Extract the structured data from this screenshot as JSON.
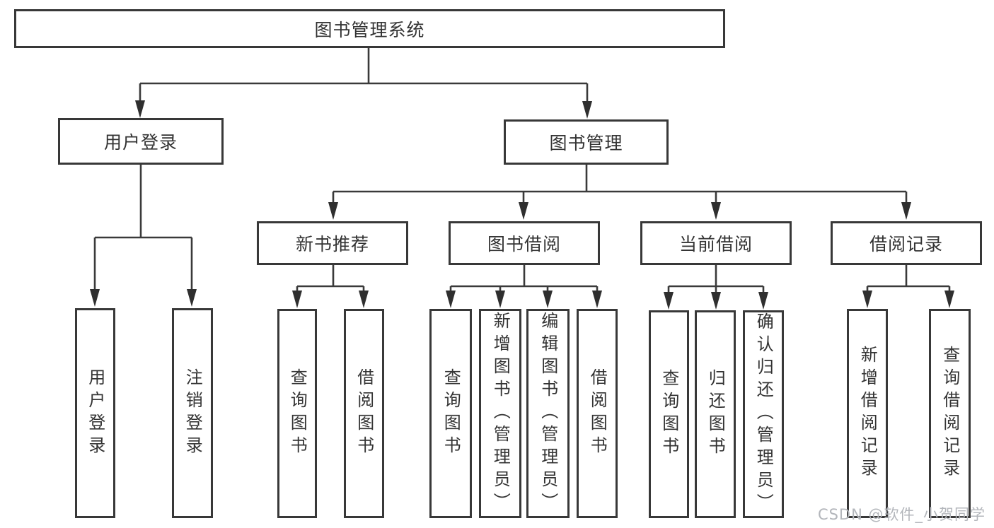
{
  "diagram_title": "图书管理系统",
  "tree": {
    "root": {
      "label": "图书管理系统",
      "children": [
        {
          "label": "用户登录",
          "children": [
            {
              "label": "用户登录"
            },
            {
              "label": "注销登录"
            }
          ]
        },
        {
          "label": "图书管理",
          "children": [
            {
              "label": "新书推荐",
              "children": [
                {
                  "label": "查询图书"
                },
                {
                  "label": "借阅图书"
                }
              ]
            },
            {
              "label": "图书借阅",
              "children": [
                {
                  "label": "查询图书"
                },
                {
                  "label": "新增图书（管理员）"
                },
                {
                  "label": "编辑图书（管理员）"
                },
                {
                  "label": "借阅图书"
                }
              ]
            },
            {
              "label": "当前借阅",
              "children": [
                {
                  "label": "查询图书"
                },
                {
                  "label": "归还图书"
                },
                {
                  "label": "确认归还（管理员）"
                }
              ]
            },
            {
              "label": "借阅记录",
              "children": [
                {
                  "label": "新增借阅记录"
                },
                {
                  "label": "查询借阅记录"
                }
              ]
            }
          ]
        }
      ]
    }
  },
  "watermark": {
    "text": "CSDN @软件_小贺同学"
  },
  "colors": {
    "background": "#ffffff",
    "line": "#3a3a3a",
    "box_border": "#383838",
    "text": "#333333",
    "watermark": "#b3b6bb"
  }
}
